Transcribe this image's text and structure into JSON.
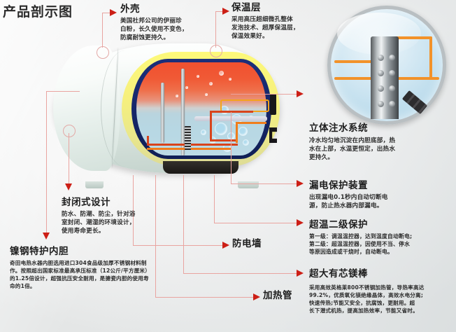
{
  "title": "产品剖示图",
  "callouts": [
    {
      "id": "outer-shell",
      "head": "外壳",
      "body": [
        "美国杜邦公司的伊丽珍",
        "白粉，长久使用不变色，",
        "防腐耐蚀更持久。"
      ]
    },
    {
      "id": "insulation-layer",
      "head": "保温层",
      "body": [
        "采用高压超细微孔整体",
        "发泡技术、超厚保温层，",
        "保温效果好。"
      ]
    },
    {
      "id": "3d-water-injection",
      "head": "立体注水系统",
      "body": [
        "冷水均匀地沉淀在内胆底部，热",
        "水在上部，水温更恒定，出热水",
        "更持久。"
      ]
    },
    {
      "id": "leakage-protection",
      "head": "漏电保护装置",
      "body": [
        "出现漏电0.1秒内自动切断电",
        "源，防止热水器内部漏电。"
      ]
    },
    {
      "id": "over-temp-protection",
      "head": "超温二级保护",
      "body": [
        "第一级：调温温控器，达到温度自动断电;",
        "第二级：超温温控器，因使用不当、停水",
        "等原因造成或干烧时，自动断电。"
      ]
    },
    {
      "id": "magnesium-rod",
      "head": "超大有芯镁棒",
      "body": [
        "采用高效英格莱800不锈钢加热管，导热率高达",
        "99.2%，优质氧化镁绝缘晶体，高效水电分离;",
        "快速传热;节能又安全，抗腐蚀，更耐用。超",
        "长下潜式机热，提高加热效率，节能又省时。"
      ]
    },
    {
      "id": "closed-design",
      "head": "封闭式设计",
      "body": [
        "防水、防潮、防尘，针对浴",
        "室封闭、潮湿的环境设计，",
        "使用寿命更长。"
      ]
    },
    {
      "id": "nickel-steel-liner",
      "head": "镍钢特护内胆",
      "body": [
        "奇田电热水器内胆选用进口304食品级加厚不锈钢材料制",
        "作。按照超出国家标准最高承压标准（12公斤/平方厘米）",
        "的1.25倍设计，超强抗压安全耐用，是搪瓷内胆的使用寿",
        "命的1倍。"
      ]
    },
    {
      "id": "anti-electric-wall",
      "head": "防电墙",
      "body": []
    },
    {
      "id": "heating-tube",
      "head": "加热管",
      "body": []
    }
  ],
  "colors": {
    "arrow_red": "#cc1f16",
    "leader_pink": "#e9a4a0",
    "insulation_yellow": "#fdf97a",
    "tank_wall_blue": "#1b2f7a",
    "hot_water": "#f1502f",
    "cold_water": "#b7d7e3",
    "pipe_orange": "#f07d1c",
    "pipe_red": "#d8441c"
  }
}
